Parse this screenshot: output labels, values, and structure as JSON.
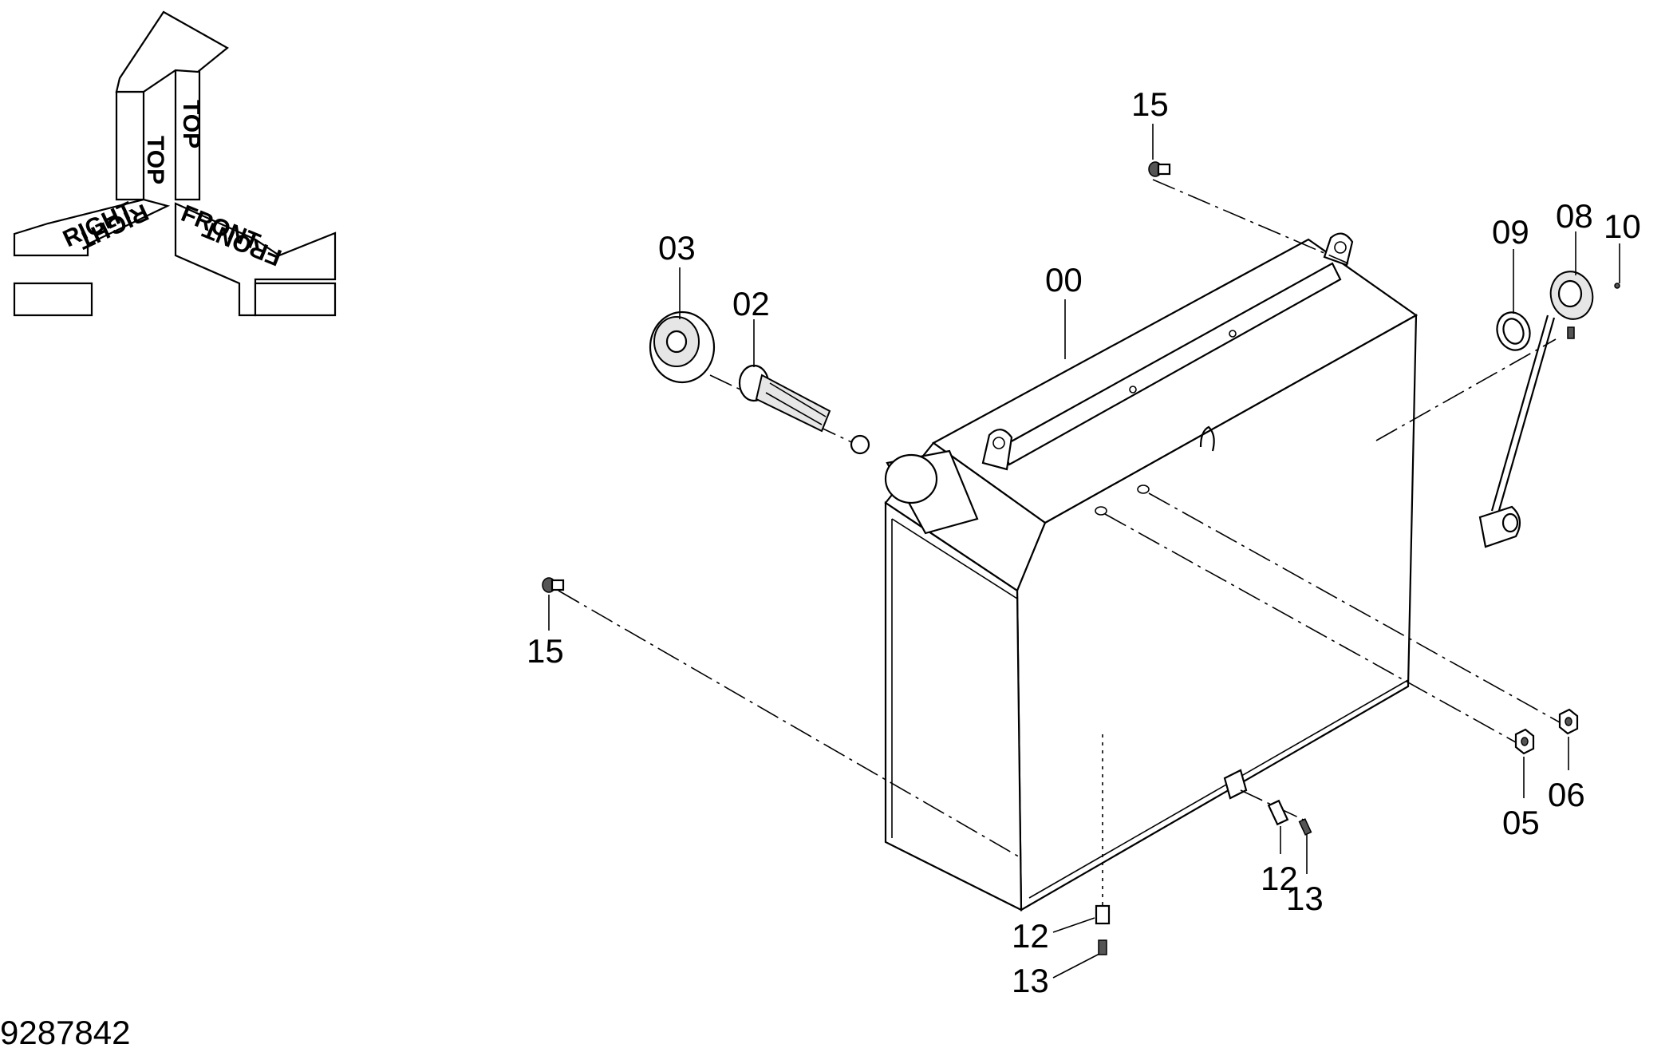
{
  "drawing_number": "9287842",
  "orientation": {
    "top_label": "TOP",
    "right_label": "RIGHT",
    "front_label": "FRONT"
  },
  "callouts": {
    "c00": "00",
    "c02": "02",
    "c03": "03",
    "c05": "05",
    "c06": "06",
    "c08": "08",
    "c09": "09",
    "c10": "10",
    "c12a": "12",
    "c12b": "12",
    "c13a": "13",
    "c13b": "13",
    "c15a": "15",
    "c15b": "15"
  }
}
